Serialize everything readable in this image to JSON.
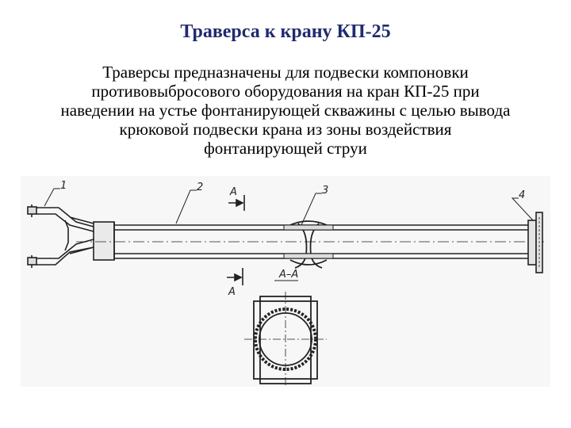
{
  "slide": {
    "title": "Траверса к крану КП-25",
    "body_lines": [
      "Траверсы предназначены для подвески компоновки",
      "противовыбросового оборудования на кран КП-25 при",
      "наведении на устье фонтанирующей скважины с целью вывода",
      "крюковой подвески крана из зоны воздействия",
      "фонтанирующей струи"
    ]
  },
  "drawing": {
    "callouts": [
      "1",
      "2",
      "3",
      "4"
    ],
    "section_mark": "A",
    "section_title": "A–A"
  }
}
